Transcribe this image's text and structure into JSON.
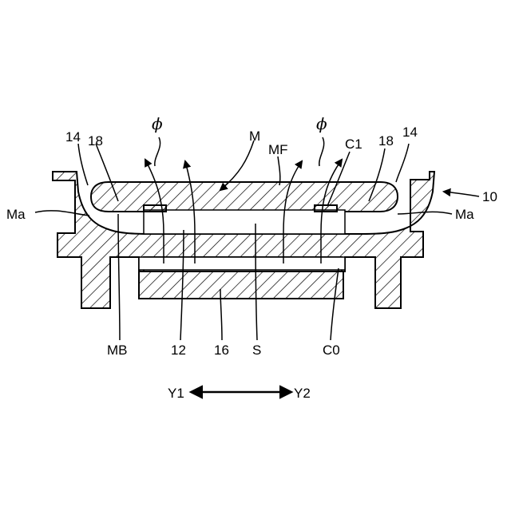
{
  "labels": {
    "phi_left": "ϕ",
    "phi_right": "ϕ",
    "m": "M",
    "mf": "MF",
    "c1": "C1",
    "l14_left": "14",
    "l18_left": "18",
    "l18_right": "18",
    "l14_right": "14",
    "l10": "10",
    "ma_left": "Ma",
    "ma_right": "Ma",
    "mb": "MB",
    "l12": "12",
    "l16": "16",
    "s": "S",
    "c0": "C0",
    "y1": "Y1",
    "y2": "Y2"
  },
  "colors": {
    "line": "#000000",
    "background": "#ffffff"
  }
}
